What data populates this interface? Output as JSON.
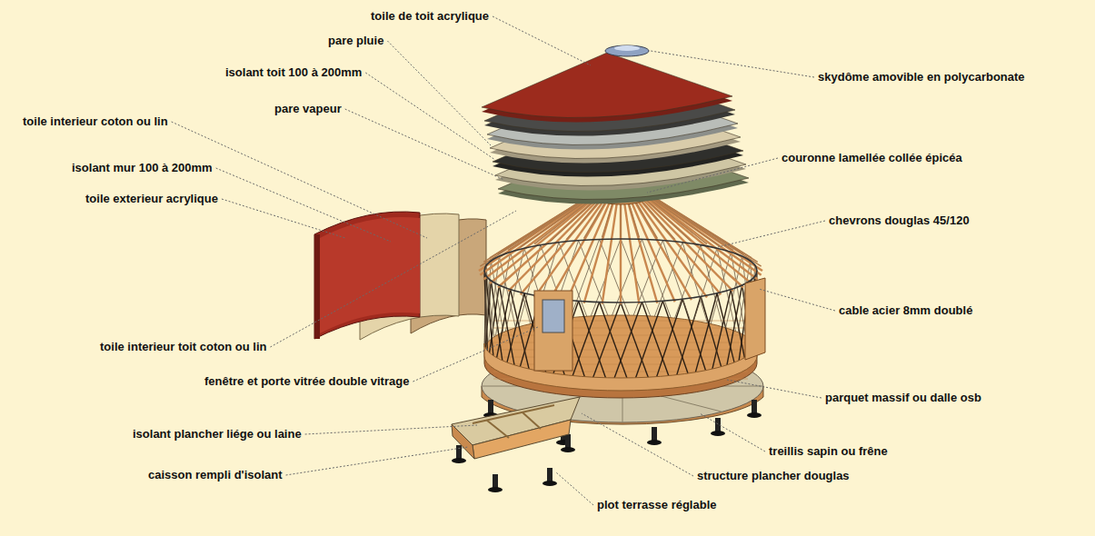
{
  "diagram": {
    "labels": [
      "toile de toit acrylique",
      "pare pluie",
      "isolant toit 100 à 200mm",
      "pare vapeur",
      "toile interieur coton ou lin",
      "isolant mur 100 à 200mm",
      "toile exterieur acrylique",
      "toile interieur toit coton ou lin",
      "fenêtre et porte vitrée double vitrage",
      "isolant plancher  liége ou laine",
      "caisson rempli d'isolant",
      "skydôme amovible en polycarbonate",
      "couronne lamellée collée épicéa",
      "chevrons douglas 45/120",
      "cable acier 8mm  doublé",
      "parquet massif ou dalle osb",
      "treillis sapin ou frêne",
      "structure plancher douglas",
      "plot terrasse réglable"
    ]
  }
}
